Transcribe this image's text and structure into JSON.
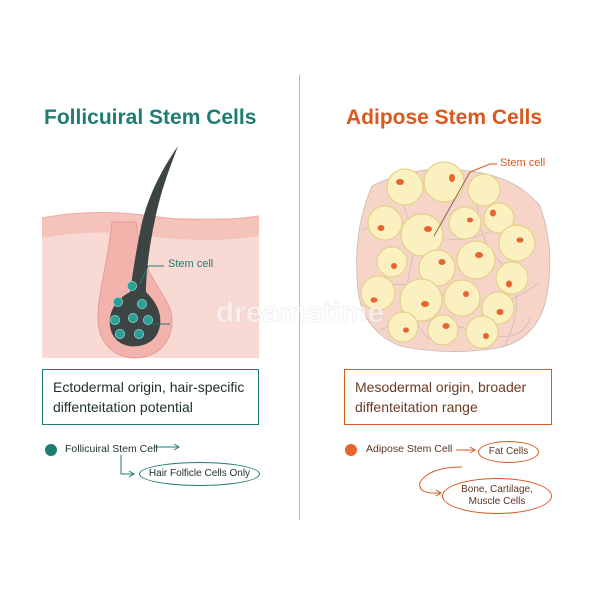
{
  "left_panel": {
    "title": "Follicuiral Stem Cells",
    "callout": "Stem cell",
    "description": "Ectodermal origin, hair-specific diffenteitation potential",
    "legend_label": "Follicuiral Stem Cell",
    "target_label": "Hair Folficle Cells Only",
    "accent_color": "#1d7d72"
  },
  "right_panel": {
    "title": "Adipose Stem Cells",
    "callout": "Stem cell",
    "description": "Mesodermal origin, broader diffenteitation range",
    "legend_label": "Adipose Stem Cell",
    "targets": [
      "Fat Cells",
      "Bone, Cartilage, Muscle Cells"
    ],
    "accent_color": "#d8581e"
  },
  "watermark": "dreamstime"
}
